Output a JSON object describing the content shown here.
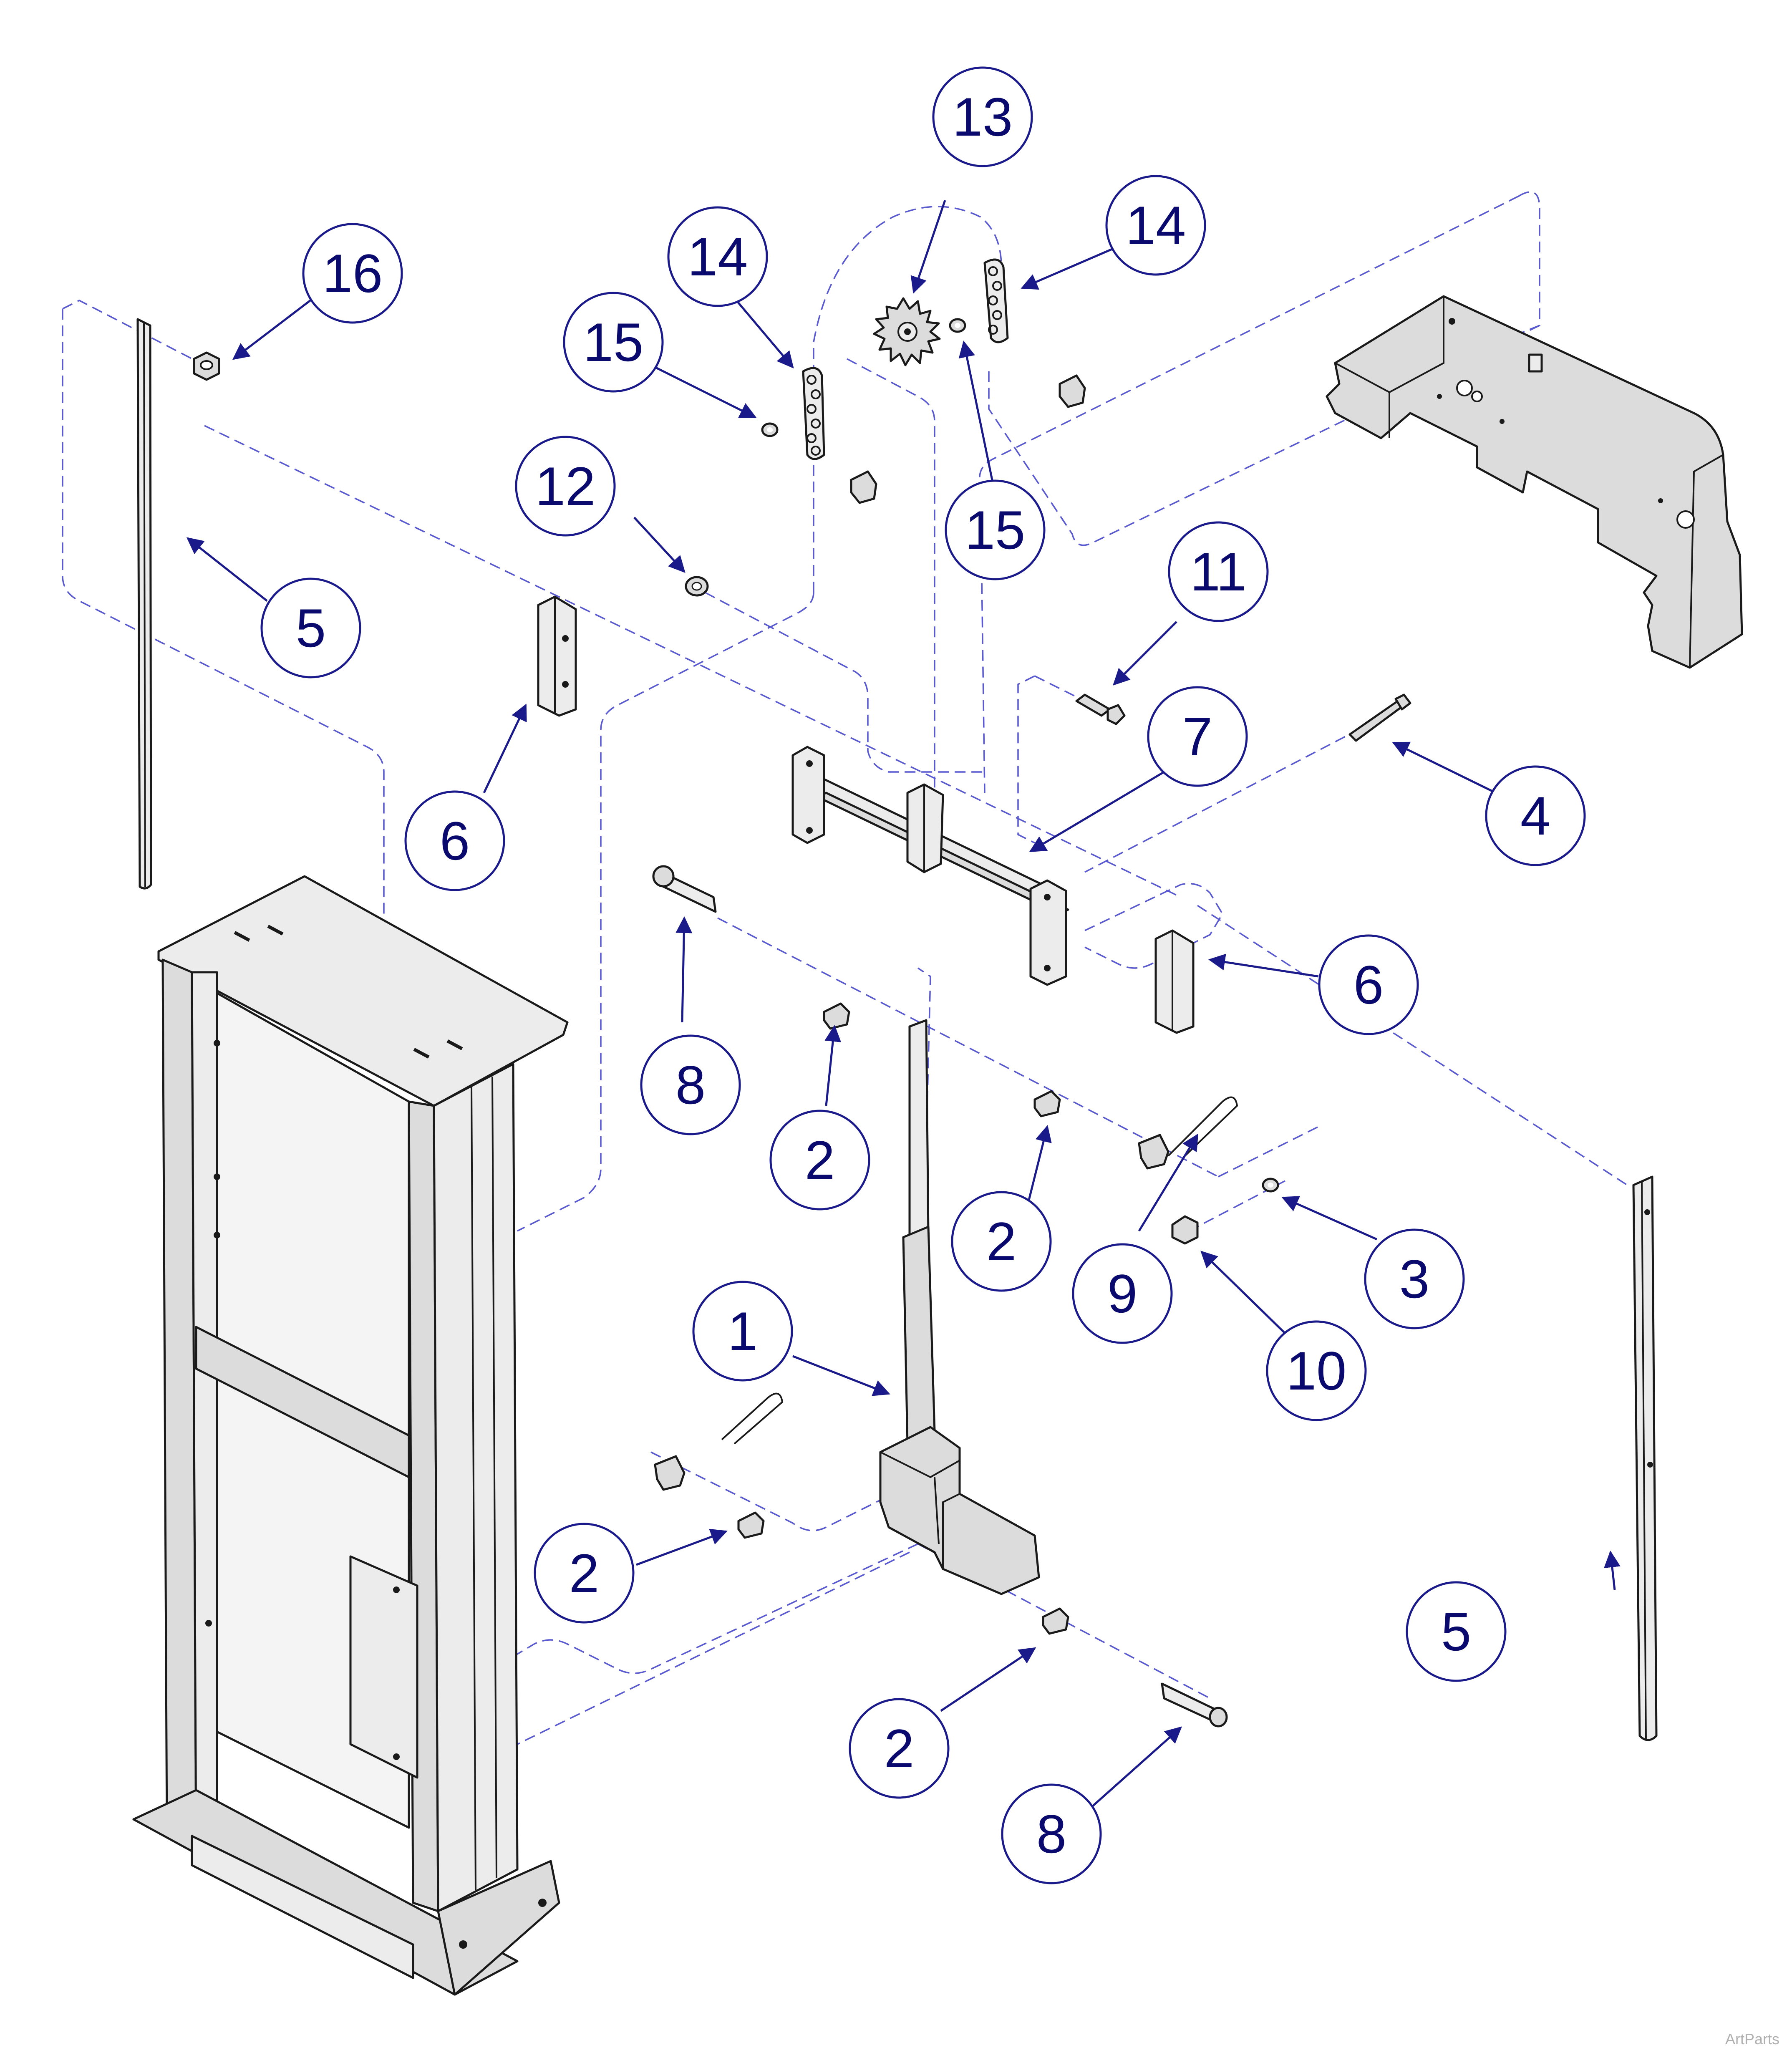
{
  "diagram": {
    "callouts": [
      {
        "id": "c1",
        "label": "1"
      },
      {
        "id": "c2a",
        "label": "2"
      },
      {
        "id": "c2b",
        "label": "2"
      },
      {
        "id": "c2c",
        "label": "2"
      },
      {
        "id": "c2d",
        "label": "2"
      },
      {
        "id": "c3",
        "label": "3"
      },
      {
        "id": "c4",
        "label": "4"
      },
      {
        "id": "c5a",
        "label": "5"
      },
      {
        "id": "c5b",
        "label": "5"
      },
      {
        "id": "c6a",
        "label": "6"
      },
      {
        "id": "c6b",
        "label": "6"
      },
      {
        "id": "c7",
        "label": "7"
      },
      {
        "id": "c8a",
        "label": "8"
      },
      {
        "id": "c8b",
        "label": "8"
      },
      {
        "id": "c9",
        "label": "9"
      },
      {
        "id": "c10",
        "label": "10"
      },
      {
        "id": "c11",
        "label": "11"
      },
      {
        "id": "c12",
        "label": "12"
      },
      {
        "id": "c13",
        "label": "13"
      },
      {
        "id": "c14a",
        "label": "14"
      },
      {
        "id": "c14b",
        "label": "14"
      },
      {
        "id": "c15a",
        "label": "15"
      },
      {
        "id": "c15b",
        "label": "15"
      },
      {
        "id": "c16",
        "label": "16"
      }
    ],
    "colors": {
      "callout_stroke": "#1a1a8a",
      "callout_text": "#0a0a6e",
      "dash_line": "#5a5ad0",
      "part_fill": "#dcdcdc"
    },
    "watermark": "ArtParts"
  }
}
